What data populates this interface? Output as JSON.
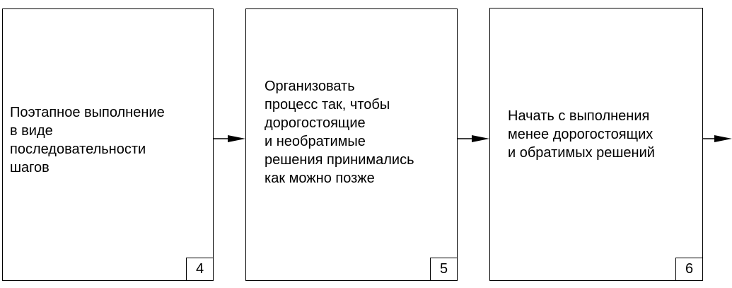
{
  "boxes": [
    {
      "text": "Поэтапное выполнение\nв виде\nпоследовательности\nшагов",
      "number": "4"
    },
    {
      "text": "Организовать\nпроцесс так, чтобы\nдорогостоящие\nи необратимые\nрешения принимались\nкак можно позже",
      "number": "5"
    },
    {
      "text": "Начать с  выполнения\nменее дорогостоящих\nи обратимых решений",
      "number": "6"
    }
  ],
  "colors": {
    "stroke": "#000000",
    "background": "#ffffff"
  }
}
